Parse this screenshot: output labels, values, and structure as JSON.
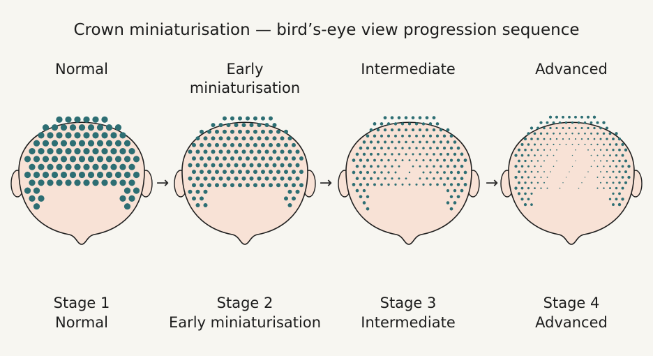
{
  "title": "Crown miniaturisation — bird’s-eye view progression sequence",
  "colors": {
    "skin": "#f8e2d6",
    "outline": "#1f1f1f",
    "hair": "#2d6e73",
    "background": "#f7f6f1"
  },
  "arrow_glyph": "→",
  "stages": [
    {
      "label_lines": [
        "Normal"
      ],
      "stage_title": "Stage 1",
      "stage_subtitle": "Normal"
    },
    {
      "label_lines": [
        "Early",
        "miniaturisation"
      ],
      "stage_title": "Stage 2",
      "stage_subtitle": "Early miniaturisation"
    },
    {
      "label_lines": [
        "Intermediate"
      ],
      "stage_title": "Stage 3",
      "stage_subtitle": "Intermediate"
    },
    {
      "label_lines": [
        "Advanced"
      ],
      "stage_title": "Stage 4",
      "stage_subtitle": "Advanced"
    }
  ]
}
